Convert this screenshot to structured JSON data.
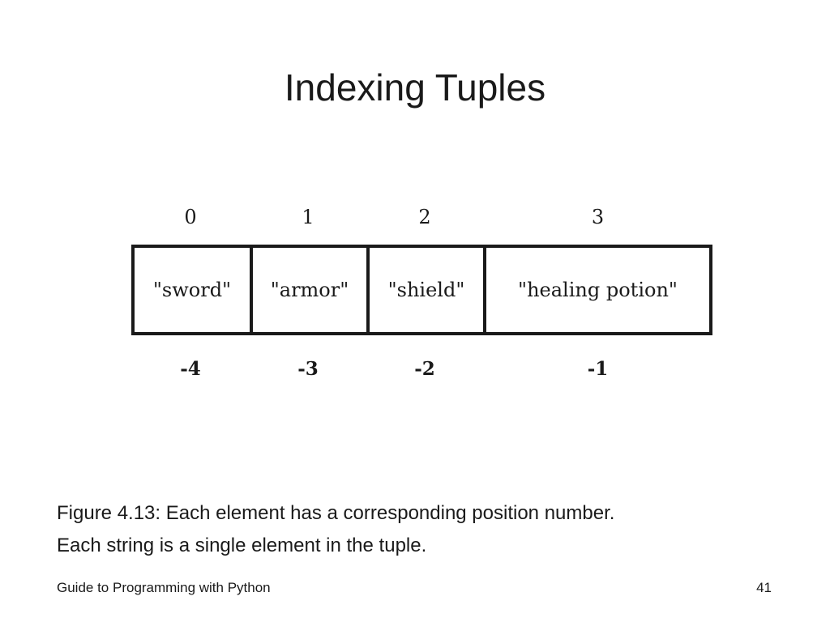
{
  "slide": {
    "title": "Indexing Tuples",
    "caption_line1": "Figure 4.13: Each element has a corresponding position number.",
    "caption_line2": "Each string is a single element in the tuple.",
    "footer_left": "Guide to Programming with Python",
    "page_number": "41"
  },
  "diagram": {
    "elements": [
      {
        "value": "\"sword\"",
        "index": "0",
        "negative_index": "-4"
      },
      {
        "value": "\"armor\"",
        "index": "1",
        "negative_index": "-3"
      },
      {
        "value": "\"shield\"",
        "index": "2",
        "negative_index": "-2"
      },
      {
        "value": "\"healing potion\"",
        "index": "3",
        "negative_index": "-1"
      }
    ]
  }
}
